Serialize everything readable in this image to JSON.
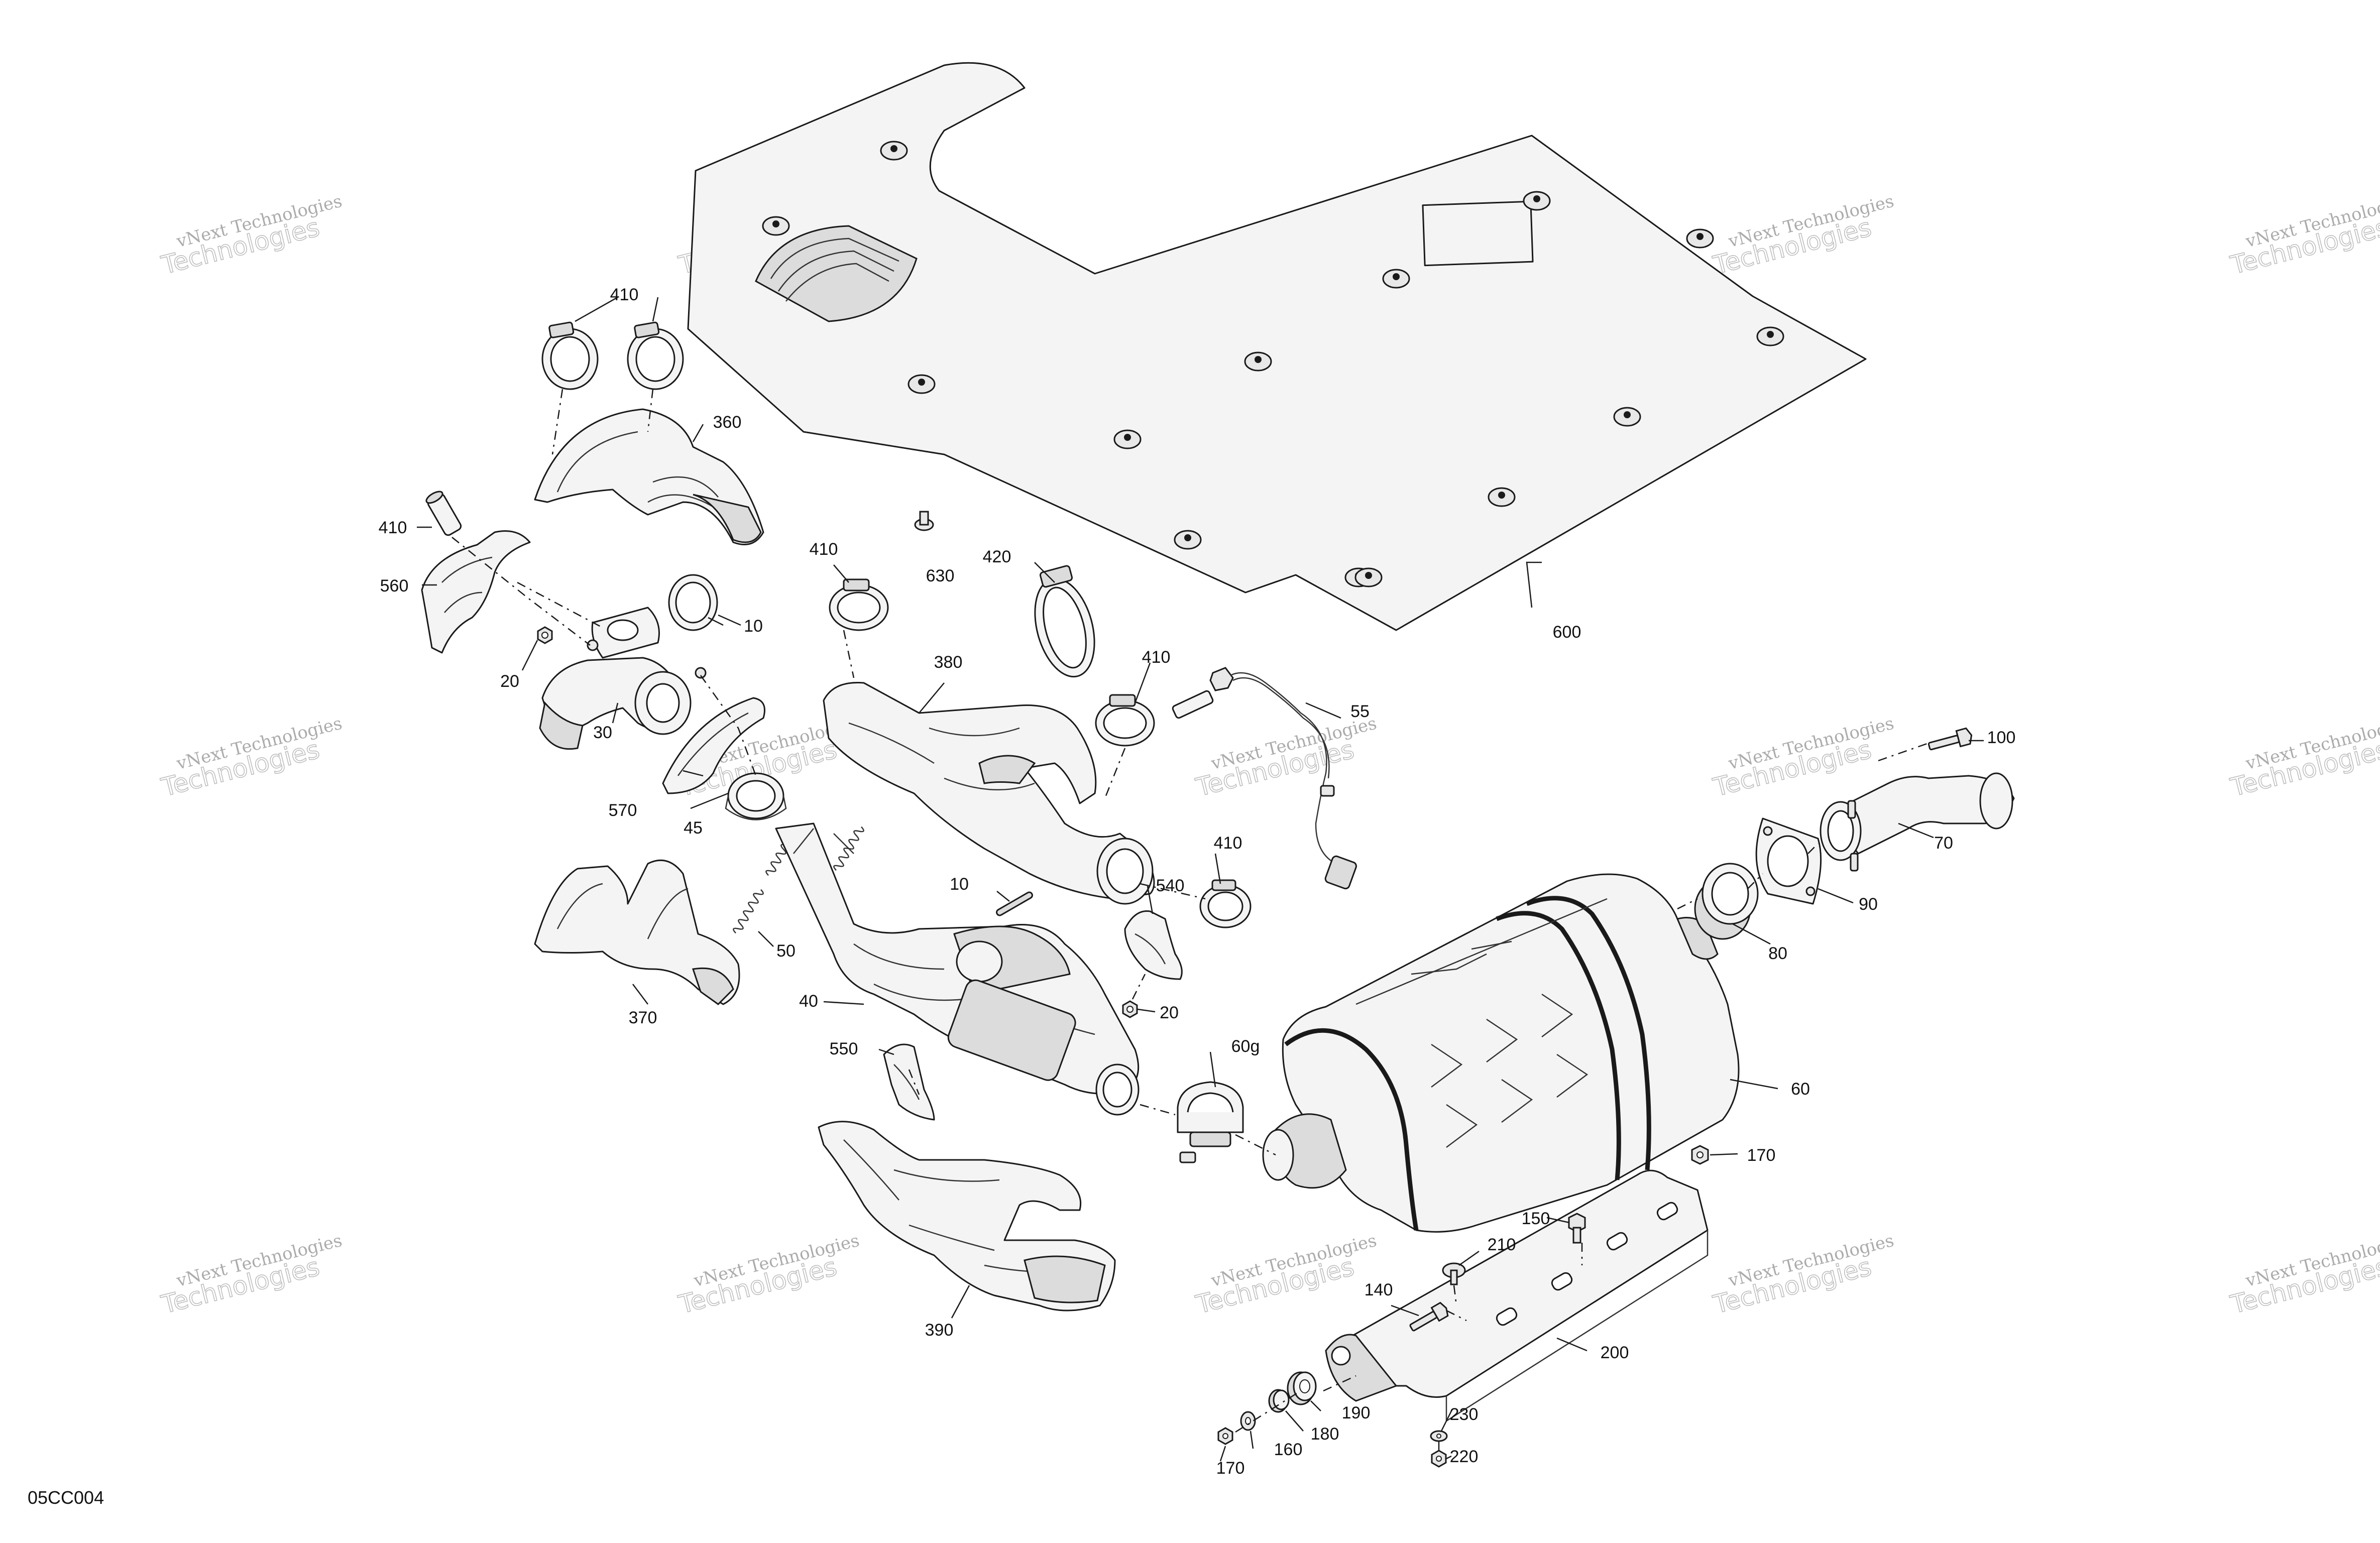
{
  "diagram_code": "05CC004",
  "watermark": {
    "line1": "vNext Technologies",
    "line2": "Technologies"
  },
  "callouts": {
    "c600": "600",
    "c630": "630",
    "c410a": "410",
    "c410b": "410",
    "c410c": "410",
    "c410d": "410",
    "c410e": "410",
    "c360": "360",
    "c560": "560",
    "c20a": "20",
    "c10a": "10",
    "c30": "30",
    "c570": "570",
    "c45": "45",
    "c420": "420",
    "c380": "380",
    "c55": "55",
    "c100": "100",
    "c70": "70",
    "c90": "90",
    "c80": "80",
    "c60": "60",
    "c60g": "60g",
    "c170a": "170",
    "c150": "150",
    "c210": "210",
    "c140": "140",
    "c200": "200",
    "c230": "230",
    "c220": "220",
    "c190": "190",
    "c180": "180",
    "c160": "160",
    "c170b": "170",
    "c390": "390",
    "c550": "550",
    "c370": "370",
    "c50": "50",
    "c40": "40",
    "c10b": "10",
    "c540": "540",
    "c20b": "20"
  }
}
